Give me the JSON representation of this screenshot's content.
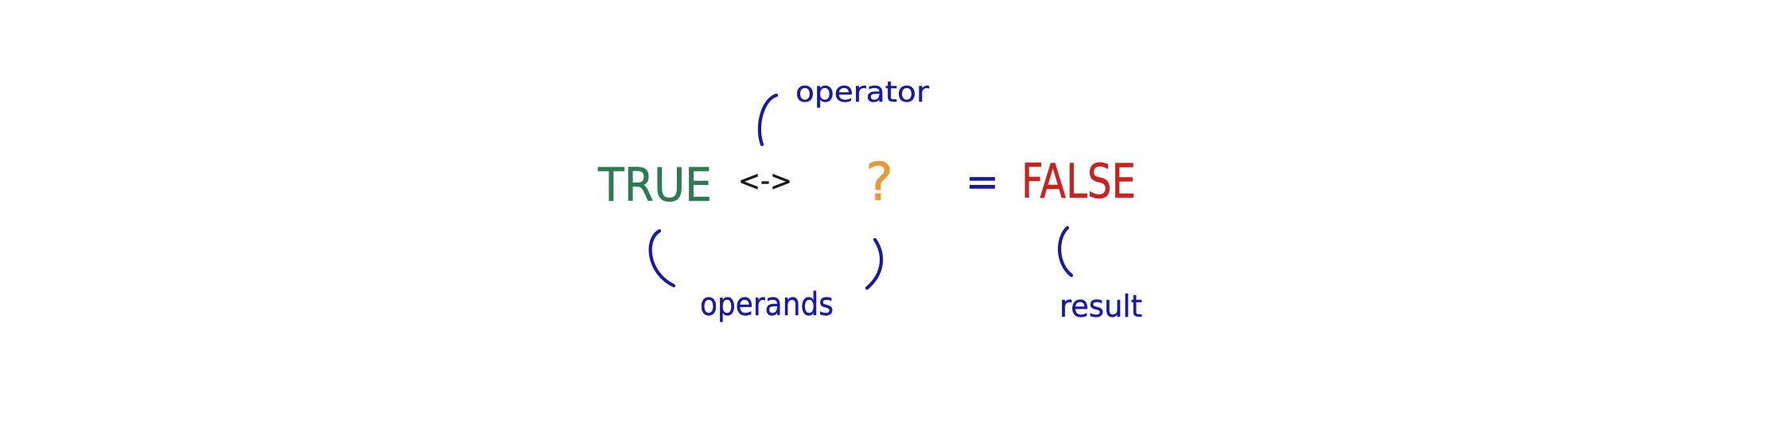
{
  "expression": {
    "left_operand": "TRUE",
    "operator_symbol": "<->",
    "right_operand": "?",
    "equals": "=",
    "result": "FALSE"
  },
  "annotations": {
    "operator": "operator",
    "operands": "operands",
    "result": "result"
  },
  "colors": {
    "true_green": "#2e7a55",
    "operator_black": "#1a1a1a",
    "unknown_orange": "#e79a3a",
    "false_red": "#c8231f",
    "annotation_blue": "#1a1aa0"
  }
}
